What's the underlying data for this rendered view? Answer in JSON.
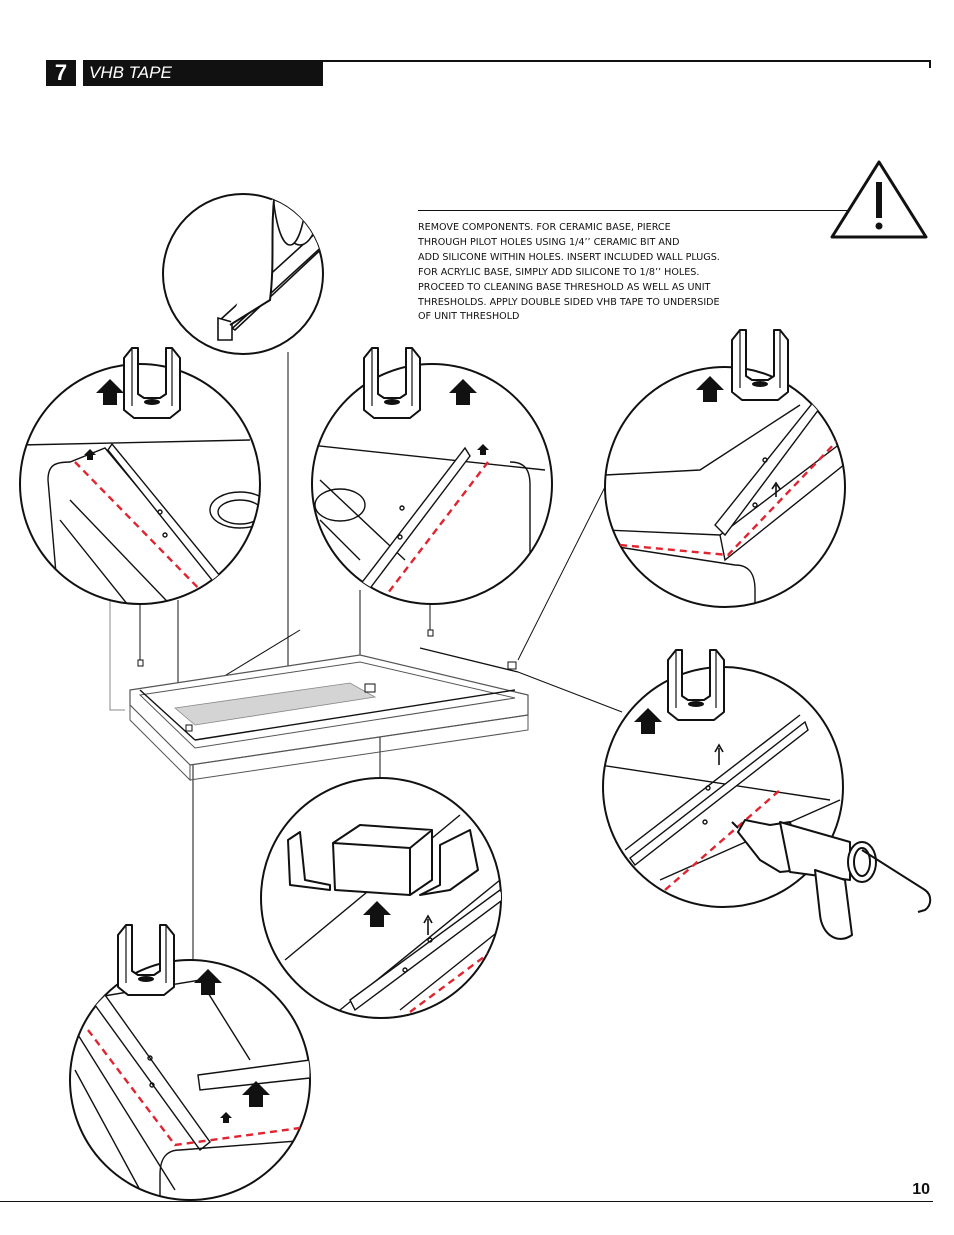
{
  "header": {
    "step_number": "7",
    "title": "VHB TAPE"
  },
  "warning": {
    "icon": "warning-triangle-icon",
    "lines": [
      "REMOVE COMPONENTS. FOR CERAMIC BASE, PIERCE",
      "THROUGH PILOT HOLES USING 1/4’’ CERAMIC BIT AND",
      "ADD SILICONE WITHIN HOLES. INSERT INCLUDED WALL PLUGS.",
      "FOR ACRYLIC BASE, SIMPLY ADD SILICONE TO 1/8’’ HOLES.",
      "PROCEED TO CLEANING BASE THRESHOLD AS WELL AS UNIT",
      "THRESHOLDS. APPLY DOUBLE SIDED VHB TAPE TO UNDERSIDE",
      "OF UNIT THRESHOLD"
    ]
  },
  "footer": {
    "page_number": "10"
  },
  "colors": {
    "ink": "#111111",
    "dash": "#e02430",
    "tape_band": "#d4d4d4"
  }
}
